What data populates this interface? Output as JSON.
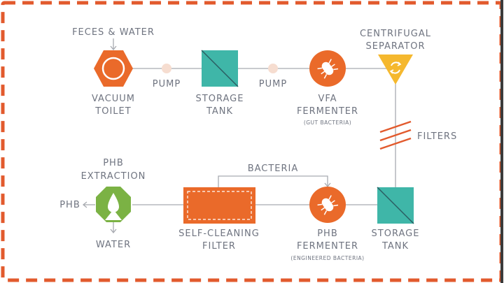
{
  "colors": {
    "orange": "#ea6a2a",
    "teal": "#3fb6a8",
    "yellow": "#f5b82e",
    "green": "#7bb244",
    "text": "#6f7480",
    "line": "#a7aab0",
    "border": "#e25a2d"
  },
  "labels": {
    "feces_water": "FECES & WATER",
    "vacuum_toilet": [
      "VACUUM",
      "TOILET"
    ],
    "pump1": "PUMP",
    "storage_tank_top": [
      "STORAGE",
      "TANK"
    ],
    "pump2": "PUMP",
    "vfa_fermenter": [
      "VFA",
      "FERMENTER"
    ],
    "vfa_sub": "(GUT BACTERIA)",
    "centrifugal_separator": [
      "CENTRIFUGAL",
      "SEPARATOR"
    ],
    "filters": "FILTERS",
    "bacteria": "BACTERIA",
    "phb_extraction": [
      "PHB",
      "EXTRACTION"
    ],
    "phb_output": "PHB",
    "water": "WATER",
    "self_cleaning_filter": [
      "SELF-CLEANING",
      "FILTER"
    ],
    "phb_fermenter": [
      "PHB",
      "FERMENTER"
    ],
    "phb_fermenter_sub": "(ENGINEERED BACTERIA)",
    "storage_tank_bottom": [
      "STORAGE",
      "TANK"
    ]
  },
  "icons": {
    "vacuum_toilet": "hexagon-toilet-icon",
    "pump": "dot-pump-icon",
    "storage_tank": "square-tank-icon",
    "fermenter": "circle-bacteria-icon",
    "separator": "triangle-centrifuge-icon",
    "filters": "slash-filters-icon",
    "self_cleaning_filter": "dashed-rectangle-filter-icon",
    "phb_extraction": "octagon-drop-icon"
  }
}
